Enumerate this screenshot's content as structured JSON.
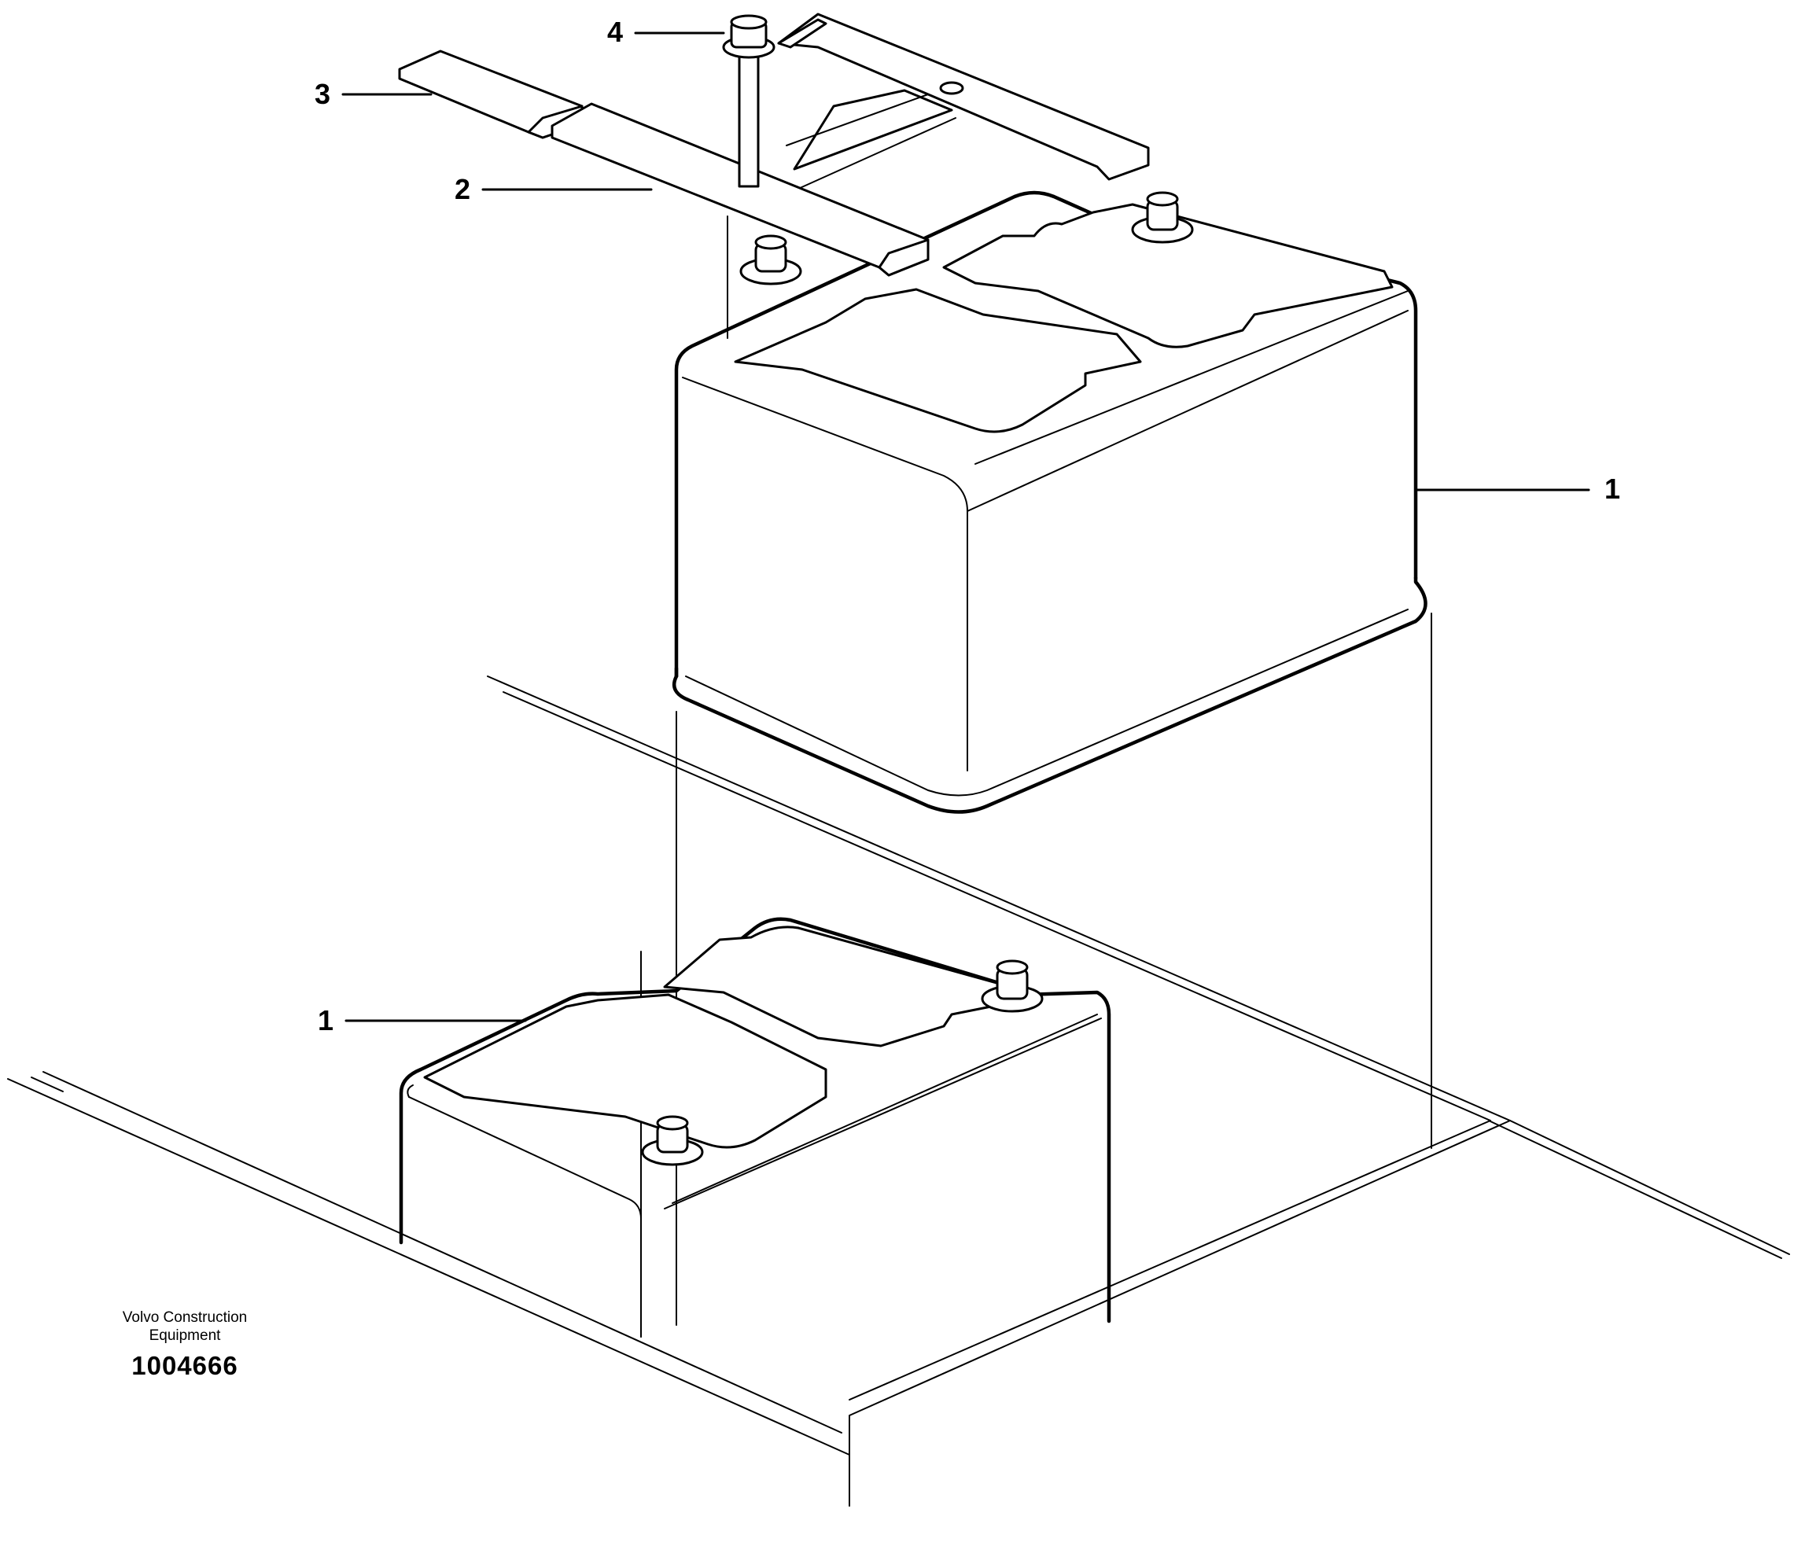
{
  "figure": {
    "brand_line1": "Volvo Construction",
    "brand_line2": "Equipment",
    "document_number": "1004666"
  },
  "callouts": [
    {
      "id": "callout-4",
      "label": "4"
    },
    {
      "id": "callout-3",
      "label": "3"
    },
    {
      "id": "callout-2",
      "label": "2"
    },
    {
      "id": "callout-1-upper",
      "label": "1"
    },
    {
      "id": "callout-1-lower",
      "label": "1"
    }
  ]
}
